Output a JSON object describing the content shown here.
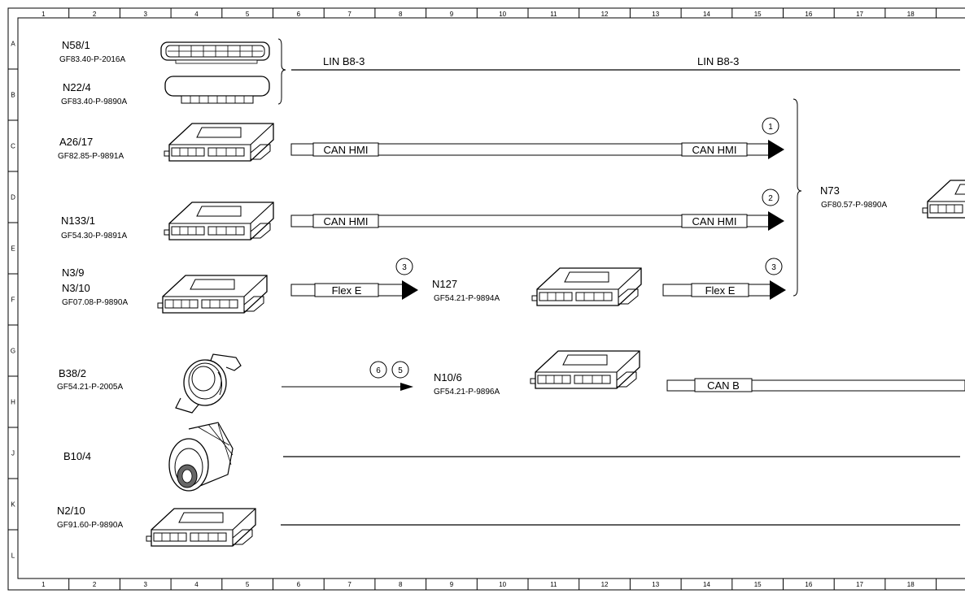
{
  "grid": {
    "columns": [
      "1",
      "2",
      "3",
      "4",
      "5",
      "6",
      "7",
      "8",
      "9",
      "10",
      "11",
      "12",
      "13",
      "14",
      "15",
      "16",
      "17",
      "18"
    ],
    "rows": [
      "A",
      "B",
      "C",
      "D",
      "E",
      "F",
      "G",
      "H",
      "J",
      "K",
      "L"
    ]
  },
  "components": [
    {
      "id": "N58/1",
      "ref": "GF83.40-P-2016A"
    },
    {
      "id": "N22/4",
      "ref": "GF83.40-P-9890A"
    },
    {
      "id": "A26/17",
      "ref": "GF82.85-P-9891A"
    },
    {
      "id": "N133/1",
      "ref": "GF54.30-P-9891A"
    },
    {
      "id": "N3/9",
      "id2": "N3/10",
      "ref": "GF07.08-P-9890A"
    },
    {
      "id": "B38/2",
      "ref": "GF54.21-P-2005A"
    },
    {
      "id": "B10/4"
    },
    {
      "id": "N2/10",
      "ref": "GF91.60-P-9890A"
    },
    {
      "id": "N127",
      "ref": "GF54.21-P-9894A"
    },
    {
      "id": "N10/6",
      "ref": "GF54.21-P-9896A"
    },
    {
      "id": "N73",
      "ref": "GF80.57-P-9890A"
    }
  ],
  "buses": {
    "lin_left": "LIN B8-3",
    "lin_right": "LIN B8-3",
    "can_hmi_1a": "CAN HMI",
    "can_hmi_1b": "CAN HMI",
    "can_hmi_2a": "CAN HMI",
    "can_hmi_2b": "CAN HMI",
    "flex_e_a": "Flex E",
    "flex_e_b": "Flex E",
    "can_b": "CAN B"
  },
  "markers": {
    "m1": "1",
    "m2": "2",
    "m3a": "3",
    "m3b": "3",
    "m6": "6",
    "m5": "5"
  }
}
